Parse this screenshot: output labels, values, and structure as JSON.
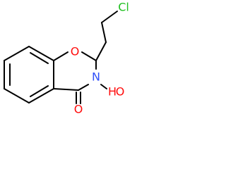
{
  "molecule": {
    "atoms": {
      "chlorine": "Cl",
      "ring_oxygen": "O",
      "nitrogen": "N",
      "hydroxyl_oxygen": "O",
      "hydroxyl_hydrogen": "H",
      "carbonyl_oxygen": "O"
    }
  },
  "colors": {
    "bond": "#000000",
    "chlorine": "#1fbf1f",
    "oxygen": "#ff0d0d",
    "nitrogen": "#3050f8",
    "background": "#ffffff"
  }
}
